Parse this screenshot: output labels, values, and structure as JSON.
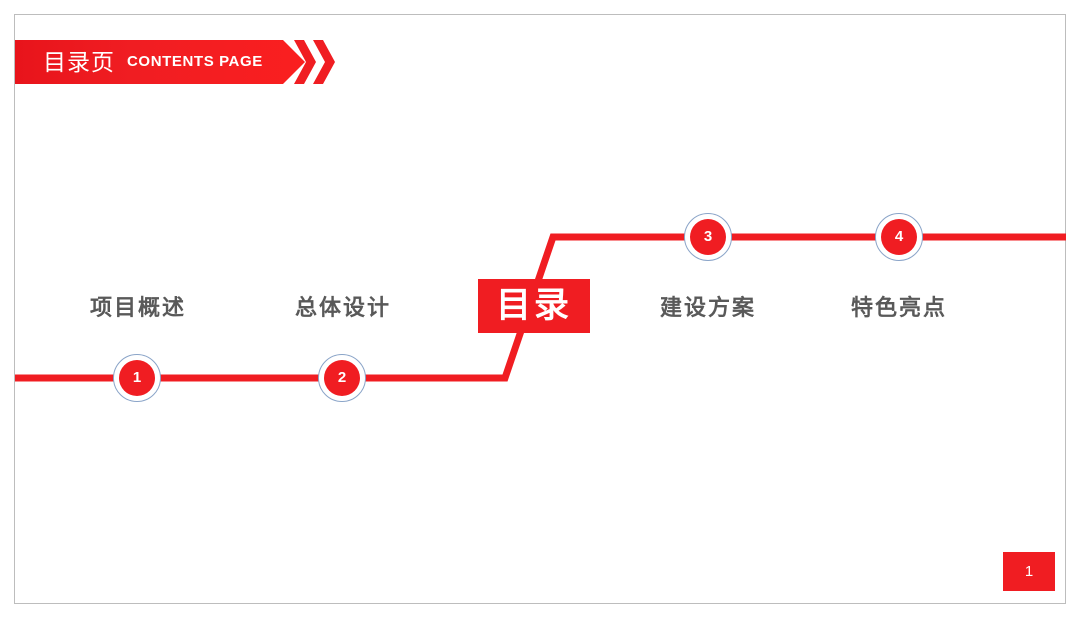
{
  "slide": {
    "header": {
      "title": "目录页",
      "subtitle": "CONTENTS PAGE",
      "chevron_icon": "double-chevron-right-icon"
    },
    "center_badge": {
      "label": "目录"
    },
    "steps": [
      {
        "number": "1",
        "label": "项目概述",
        "level": "lower"
      },
      {
        "number": "2",
        "label": "总体设计",
        "level": "lower"
      },
      {
        "number": "3",
        "label": "建设方案",
        "level": "upper"
      },
      {
        "number": "4",
        "label": "特色亮点",
        "level": "upper"
      }
    ],
    "page_number": "1",
    "colors": {
      "accent_red": "#f01d22",
      "deep_red": "#e8141b",
      "label_gray": "#595959",
      "ring_blue": "#8aa4c8",
      "frame_gray": "#bdbdbd"
    }
  }
}
